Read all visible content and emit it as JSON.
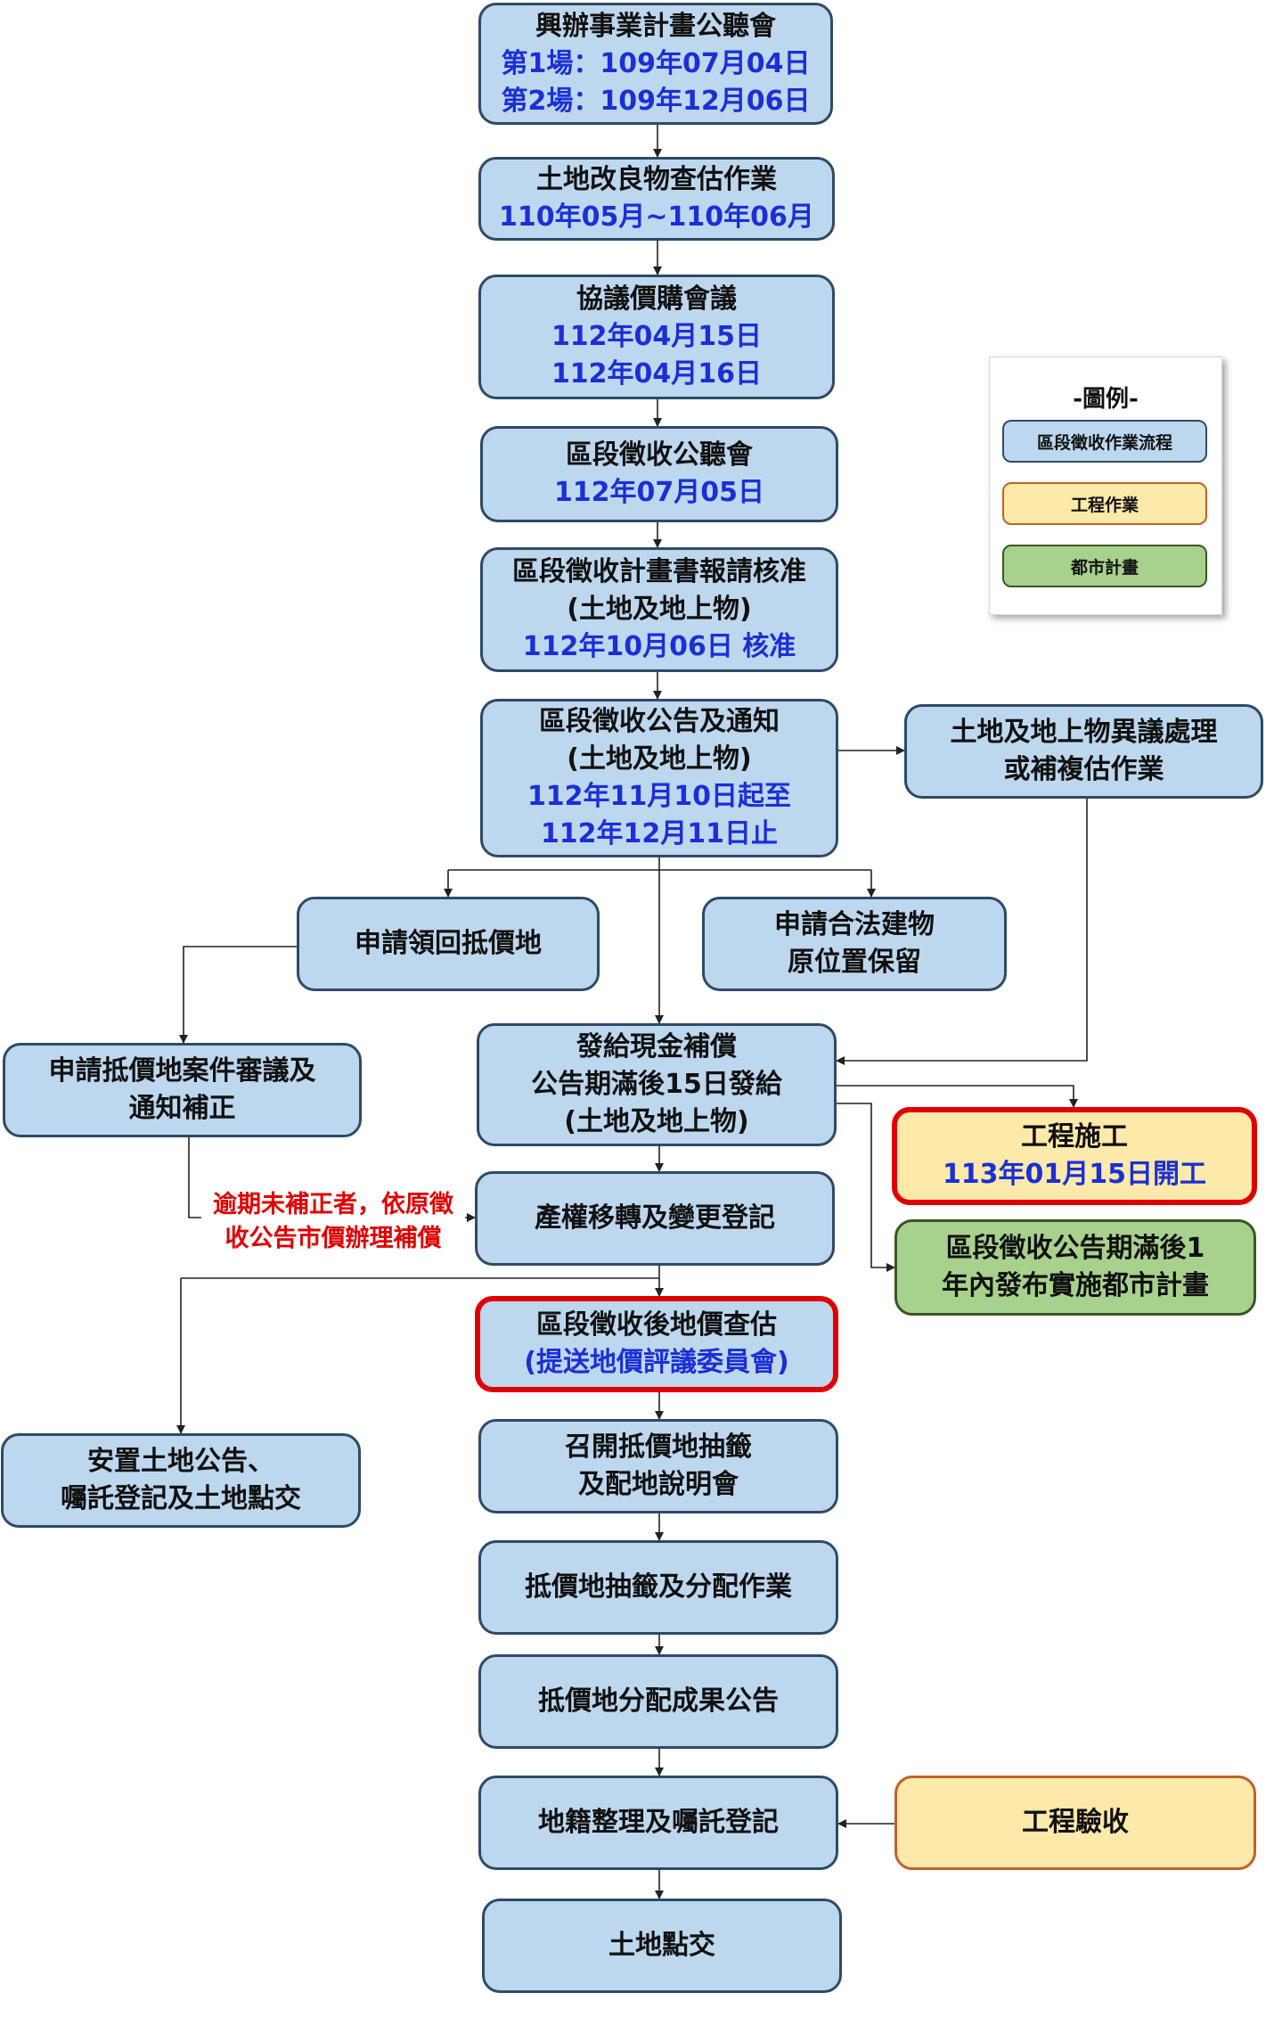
{
  "nodes": {
    "public_hearing": {
      "lines": [
        "興辦事業計畫公聽會"
      ],
      "dates": [
        "第1場：109年07月04日",
        "第2場：109年12月06日"
      ]
    },
    "land_improvement_survey": {
      "lines": [
        "土地改良物查估作業"
      ],
      "dates": [
        "110年05月~110年06月"
      ]
    },
    "price_negotiation": {
      "lines": [
        "協議價購會議"
      ],
      "dates": [
        "112年04月15日",
        "112年04月16日"
      ]
    },
    "zone_expropriation_hearing": {
      "lines": [
        "區段徵收公聽會"
      ],
      "dates": [
        "112年07月05日"
      ]
    },
    "plan_approval": {
      "lines": [
        "區段徵收計畫書報請核准",
        "(土地及地上物)"
      ],
      "dates": [
        "112年10月06日 核准"
      ]
    },
    "announcement_notice": {
      "lines": [
        "區段徵收公告及通知",
        "(土地及地上物)"
      ],
      "dates": [
        "112年11月10日起至",
        "112年12月11日止"
      ]
    },
    "objection_handling": {
      "lines": [
        "土地及地上物異議處理",
        "或補複估作業"
      ],
      "dates": []
    },
    "apply_land_return": {
      "lines": [
        "申請領回抵價地"
      ],
      "dates": []
    },
    "apply_building_retention": {
      "lines": [
        "申請合法建物",
        "原位置保留"
      ],
      "dates": []
    },
    "cash_compensation": {
      "lines": [
        "發給現金補償",
        "公告期滿後15日發給",
        "(土地及地上物)"
      ],
      "dates": []
    },
    "review_and_notify": {
      "lines": [
        "申請抵價地案件審議及",
        "通知補正"
      ],
      "dates": []
    },
    "construction": {
      "lines": [
        "工程施工"
      ],
      "dates": [
        "113年01月15日開工"
      ]
    },
    "ownership_transfer": {
      "lines": [
        "產權移轉及變更登記"
      ],
      "dates": []
    },
    "urban_plan_release": {
      "lines": [
        "區段徵收公告期滿後1",
        "年內發布實施都市計畫"
      ],
      "dates": []
    },
    "land_price_survey": {
      "lines": [
        "區段徵收後地價查估"
      ],
      "dates": [
        "(提送地價評議委員會)"
      ]
    },
    "resettlement_notice": {
      "lines": [
        "安置土地公告、",
        "囑託登記及土地點交"
      ],
      "dates": []
    },
    "lottery_briefing": {
      "lines": [
        "召開抵價地抽籤",
        "及配地說明會"
      ],
      "dates": []
    },
    "lottery_allocation": {
      "lines": [
        "抵價地抽籤及分配作業"
      ],
      "dates": []
    },
    "allocation_result": {
      "lines": [
        "抵價地分配成果公告"
      ],
      "dates": []
    },
    "cadastral_registration": {
      "lines": [
        "地籍整理及囑託登記"
      ],
      "dates": []
    },
    "construction_acceptance": {
      "lines": [
        "工程驗收"
      ],
      "dates": []
    },
    "land_handover": {
      "lines": [
        "土地點交"
      ],
      "dates": []
    }
  },
  "overdue_note": [
    "逾期未補正者，依原徵",
    "收公告市價辦理補償"
  ],
  "legend": {
    "title": "-圖例-",
    "items": [
      {
        "label": "區段徵收作業流程",
        "fill": "#bdd7ee",
        "border": "#2e4a66"
      },
      {
        "label": "工程作業",
        "fill": "#fde9a9",
        "border": "#c0612b"
      },
      {
        "label": "都市計畫",
        "fill": "#a9d18e",
        "border": "#385723"
      }
    ]
  },
  "colors": {
    "process": "#bdd7ee",
    "engineering": "#fde9a9",
    "urban_plan": "#a9d18e",
    "highlight_border": "#e00000",
    "date_text": "#1b2fd6",
    "note_text": "#e00000"
  }
}
